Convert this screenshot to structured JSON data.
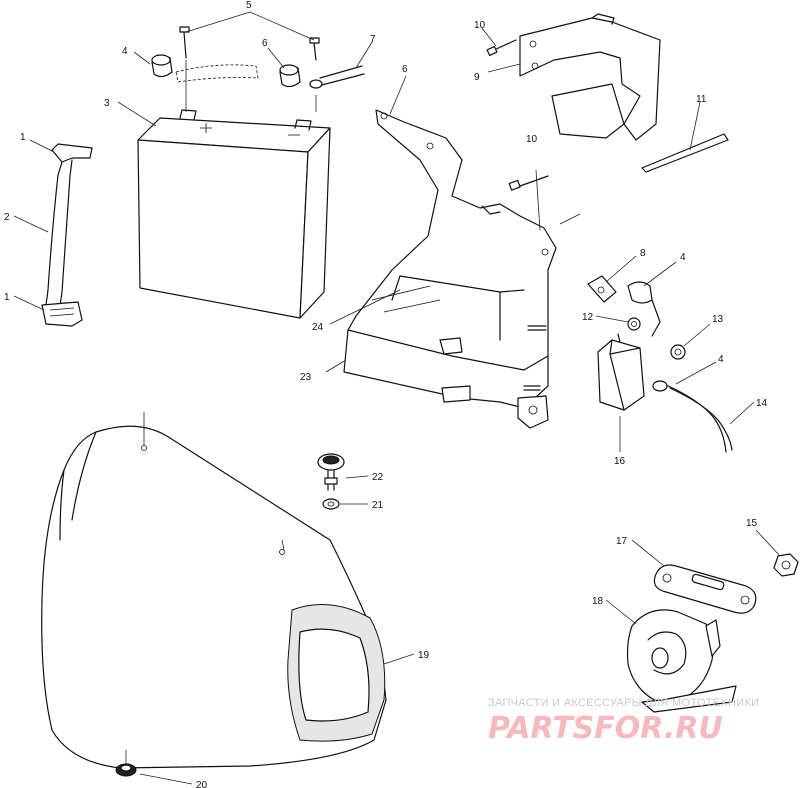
{
  "watermark": {
    "tagline": "ЗАПЧАСТИ И АКСЕССУАРЫ ДЛЯ МОТОТЕХНИКИ",
    "logo": "PARTSFOR.RU",
    "color": "#f2a5ab"
  },
  "callouts": [
    "1",
    "1",
    "2",
    "3",
    "4",
    "5",
    "6",
    "7",
    "8",
    "9",
    "10",
    "10",
    "11",
    "12",
    "13",
    "4",
    "4",
    "14",
    "15",
    "16",
    "17",
    "18",
    "19",
    "20",
    "21",
    "22",
    "23",
    "24"
  ]
}
